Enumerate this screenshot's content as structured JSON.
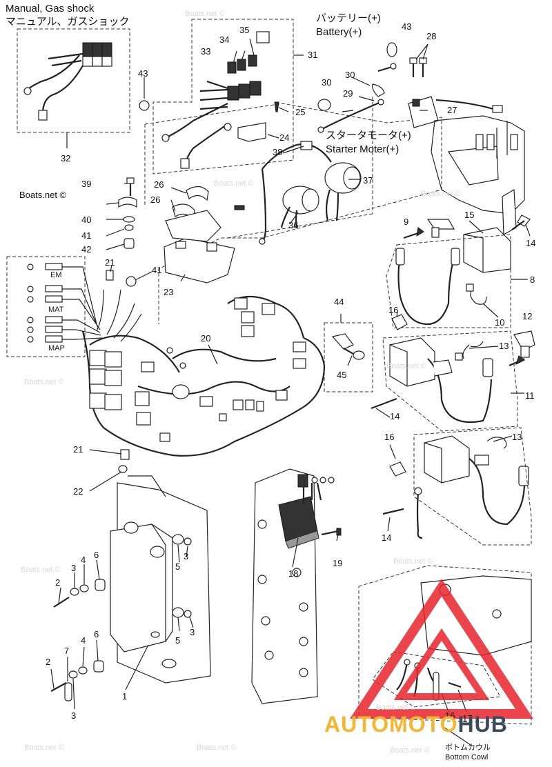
{
  "captions": {
    "manual_en": "Manual, Gas shock",
    "manual_jp": "マニュアル、ガスショック",
    "battery_jp": "バッテリー(+)",
    "battery_en": "Battery(+)",
    "starter_jp": "スタータモータ(+)",
    "starter_en": "Starter Moter(+)",
    "bottom_cowl_jp": "ボトムカウル",
    "bottom_cowl_en": "Bottom Cowl"
  },
  "sensor_labels": {
    "em": "EM",
    "mat": "MAT",
    "map": "MAP"
  },
  "watermark": "Boats.net ©",
  "brand": {
    "part1": "AUTOMOTO",
    "part2": "HUB",
    "color1": "#f5b531",
    "color2": "#3b4a5a",
    "triangle_color": "#e8232a"
  },
  "callouts": [
    "1",
    "2",
    "2",
    "3",
    "3",
    "3",
    "3",
    "3",
    "4",
    "4",
    "5",
    "5",
    "6",
    "6",
    "7",
    "8",
    "9",
    "10",
    "11",
    "12",
    "13",
    "13",
    "14",
    "14",
    "14",
    "14",
    "15",
    "16",
    "16",
    "16",
    "17",
    "18",
    "19",
    "20",
    "21",
    "21",
    "22",
    "23",
    "24",
    "25",
    "26",
    "26",
    "27",
    "28",
    "29",
    "30",
    "30",
    "31",
    "32",
    "33",
    "34",
    "35",
    "36",
    "37",
    "38",
    "39",
    "40",
    "41",
    "41",
    "42",
    "43",
    "43",
    "44",
    "45"
  ]
}
